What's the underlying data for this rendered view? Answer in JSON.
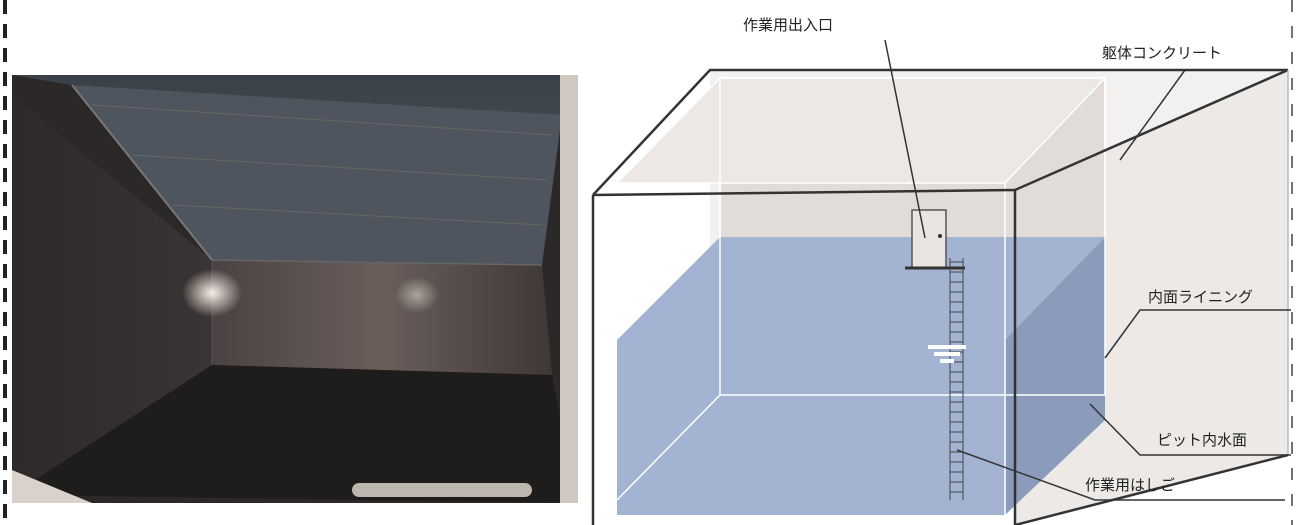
{
  "labels": {
    "work_entrance": "作業用出入口",
    "concrete_body": "躯体コンクリート",
    "inner_lining": "内面ライニング",
    "pit_water_surface": "ピット内水面",
    "work_ladder": "作業用はしご"
  },
  "colors": {
    "water": "#a3b4d2",
    "water_side": "#8a9bbc",
    "concrete": "#ece9e6",
    "outline": "#333333"
  }
}
